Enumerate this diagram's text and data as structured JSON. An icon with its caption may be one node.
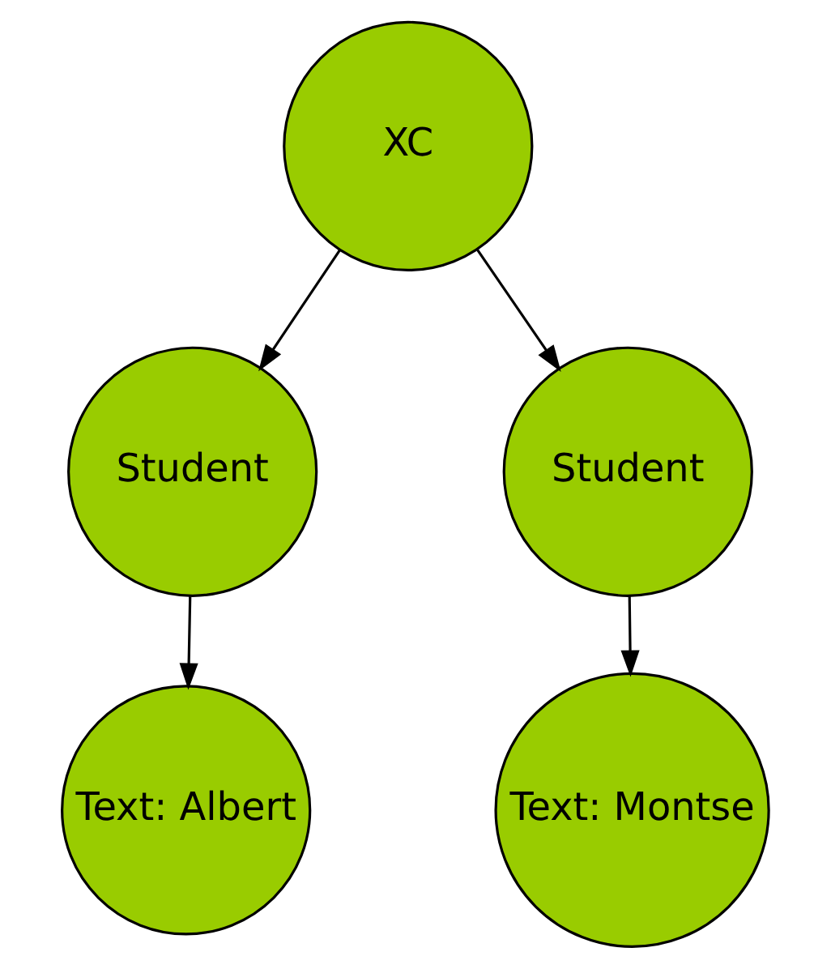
{
  "diagram": {
    "nodes": [
      {
        "text": [
          "XC"
        ]
      },
      {
        "text": [
          "Student"
        ]
      },
      {
        "text": [
          "Student"
        ]
      },
      {
        "text": [
          "Text: Albert"
        ]
      },
      {
        "text": [
          "Text: Montse"
        ]
      }
    ],
    "edges": [
      {
        "from": 0,
        "to": 1,
        "arrow": "to"
      },
      {
        "from": 0,
        "to": 2,
        "arrow": "to"
      },
      {
        "from": 1,
        "to": 3,
        "arrow": "to"
      },
      {
        "from": 2,
        "to": 4,
        "arrow": "to"
      }
    ]
  }
}
